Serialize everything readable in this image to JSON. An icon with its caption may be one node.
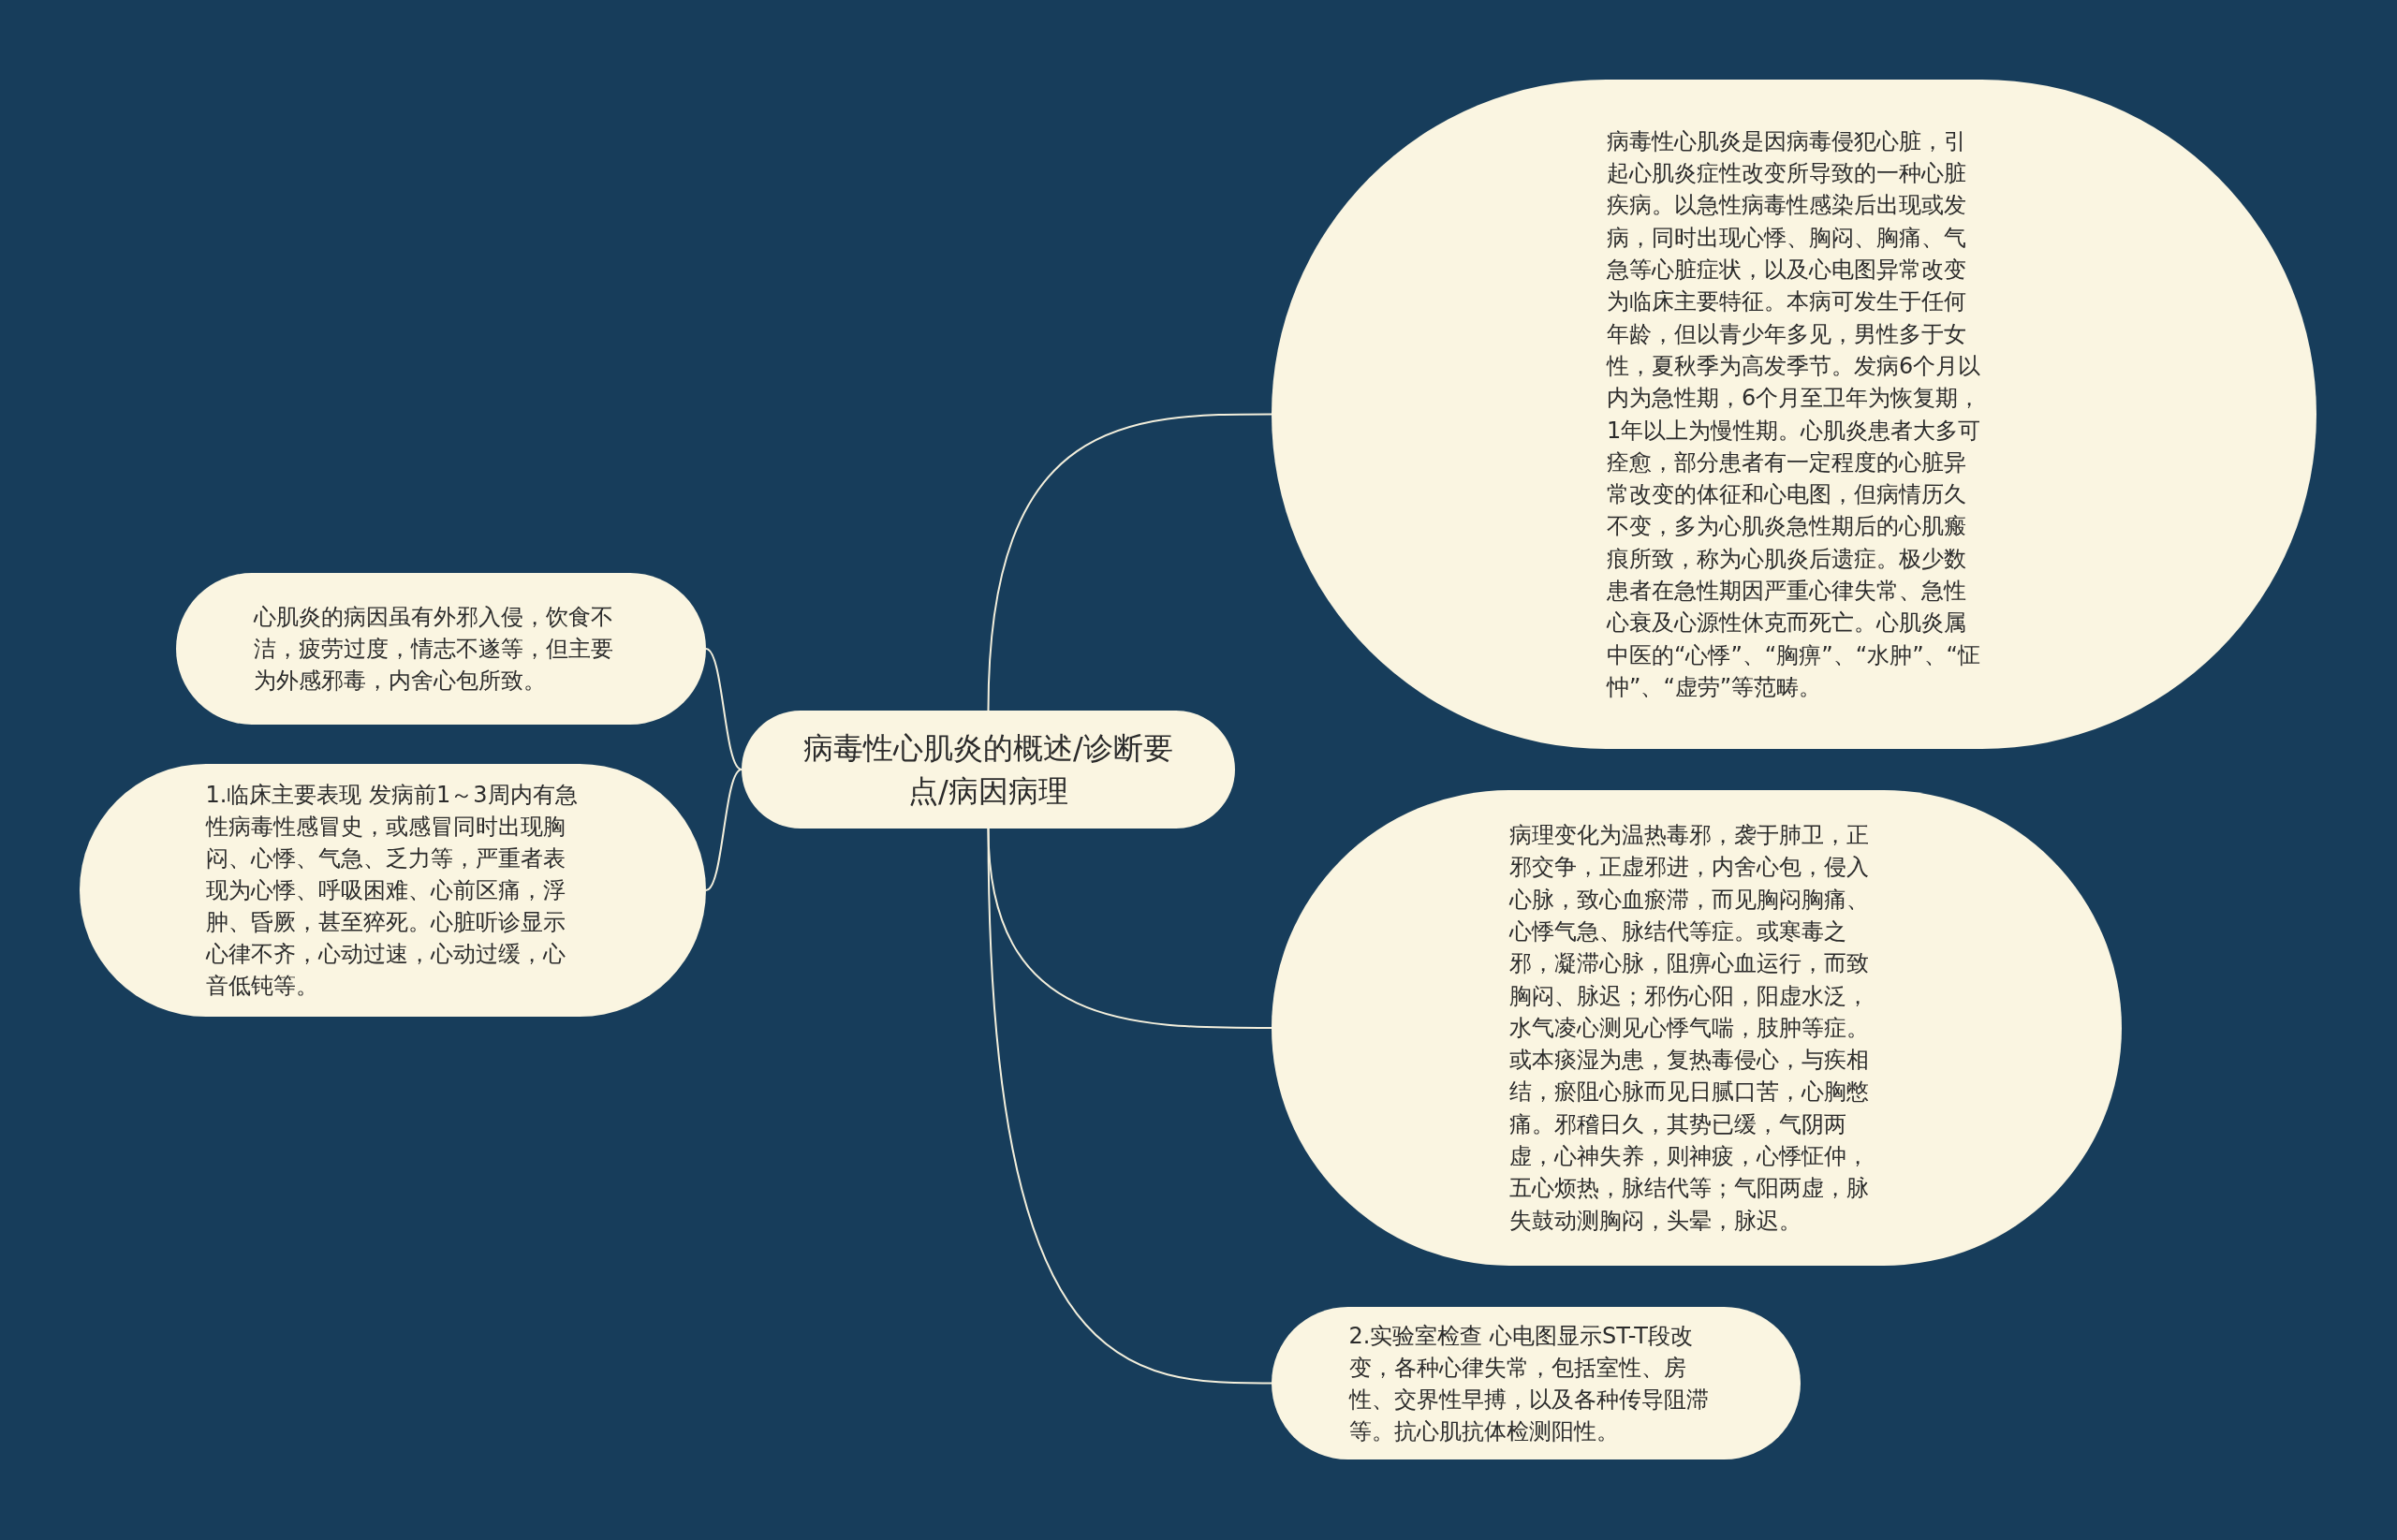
{
  "diagram": {
    "nodes": [
      {
        "text": [
          "病毒性心肌炎的概述/诊断要点/病因病理"
        ]
      },
      {
        "text": [
          "病毒性心肌炎是因病毒侵犯心脏，引起心肌炎症性改变所导致的一种心脏疾病。以急性病毒性感染后出现或发病，同时出现心悸、胸闷、胸痛、气急等心脏症状，以及心电图异常改变为临床主要特征。本病可发生于任何年龄，但以青少年多见，男性多于女性，夏秋季为高发季节。发病6个月以内为急性期，6个月至卫年为恢复期，1年以上为慢性期。心肌炎患者大多可痊愈，部分患者有一定程度的心脏异常改变的体征和心电图，但病情历久不变，多为心肌炎急性期后的心肌瘢痕所致，称为心肌炎后遗症。极少数患者在急性期因严重心律失常、急性心衰及心源性休克而死亡。心肌炎属中医的“心悸”、“胸痹”、“水肿”、“怔忡”、“虚劳”等范畴。"
        ]
      },
      {
        "text": [
          "心肌炎的病因虽有外邪入侵，饮食不洁，疲劳过度，情志不遂等，但主要为外感邪毒，内舍心包所致。"
        ]
      },
      {
        "text": [
          "1.临床主要表现 发病前1～3周内有急性病毒性感冒史，或感冒同时出现胸闷、心悸、气急、乏力等，严重者表现为心悸、呼吸困难、心前区痛，浮肿、昏厥，甚至猝死。心脏听诊显示心律不齐，心动过速，心动过缓，心音低钝等。"
        ]
      },
      {
        "text": [
          "病理变化为温热毒邪，袭于肺卫，正邪交争，正虚邪进，内舍心包，侵入心脉，致心血瘀滞，而见胸闷胸痛、心悸气急、脉结代等症。或寒毒之邪，凝滞心脉，阻痹心血运行，而致胸闷、脉迟；邪伤心阳，阳虚水泛，水气凌心测见心悸气喘，肢肿等症。或本痰湿为患，复热毒侵心，与疾相结，瘀阻心脉而见日腻口苦，心胸憋痛。邪稽日久，其势已缓，气阴两虚，心神失养，则神疲，心悸怔仲，五心烦热，脉结代等；气阳两虚，脉失鼓动测胸闷，头晕，脉迟。"
        ]
      },
      {
        "text": [
          "2.实验室检查 心电图显示ST-T段改变，各种心律失常，包括室性、房性、交界性早搏，以及各种传导阻滞等。抗心肌抗体检测阳性。"
        ]
      }
    ],
    "edges": [
      {
        "from": 0,
        "to": 1,
        "arrow": "none"
      },
      {
        "from": 0,
        "to": 2,
        "arrow": "none"
      },
      {
        "from": 0,
        "to": 3,
        "arrow": "none"
      },
      {
        "from": 0,
        "to": 4,
        "arrow": "none"
      },
      {
        "from": 0,
        "to": 5,
        "arrow": "none"
      }
    ]
  }
}
